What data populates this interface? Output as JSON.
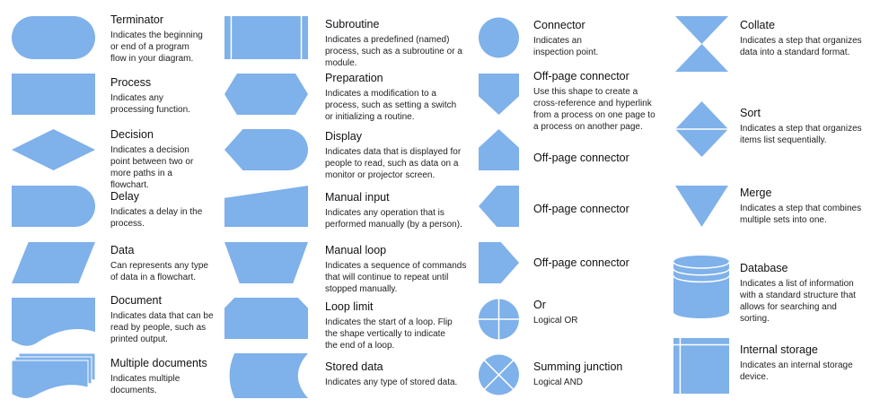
{
  "colors": {
    "fill": "#7fb1ea",
    "divider": "#ffffff"
  },
  "symbols": [
    {
      "name": "terminator",
      "title": "Terminator",
      "desc": "Indicates the beginning or end of a program flow in your diagram."
    },
    {
      "name": "process",
      "title": "Process",
      "desc": "Indicates any processing function."
    },
    {
      "name": "decision",
      "title": "Decision",
      "desc": "Indicates a decision point between two or more paths in a flowchart."
    },
    {
      "name": "delay",
      "title": "Delay",
      "desc": "Indicates a delay in the process."
    },
    {
      "name": "data",
      "title": "Data",
      "desc": "Can represents any type of data in a flowchart."
    },
    {
      "name": "document",
      "title": "Document",
      "desc": "Indicates data that can be read by people, such as printed output."
    },
    {
      "name": "multiple-documents",
      "title": "Multiple documents",
      "desc": "Indicates multiple documents."
    },
    {
      "name": "subroutine",
      "title": "Subroutine",
      "desc": "Indicates a predefined (named) process, such as a subroutine or a module."
    },
    {
      "name": "preparation",
      "title": "Preparation",
      "desc": "Indicates a modification to a process, such as setting a switch or initializing a routine."
    },
    {
      "name": "display",
      "title": "Display",
      "desc": "Indicates data that is displayed for people to read, such as data on a monitor or projector screen."
    },
    {
      "name": "manual-input",
      "title": "Manual input",
      "desc": "Indicates any operation that is performed manually (by a person)."
    },
    {
      "name": "manual-loop",
      "title": "Manual loop",
      "desc": "Indicates a sequence of commands that will continue to repeat until stopped manually."
    },
    {
      "name": "loop-limit",
      "title": "Loop limit",
      "desc": "Indicates the start of a loop. Flip the shape vertically to indicate the end of a loop."
    },
    {
      "name": "stored-data",
      "title": "Stored data",
      "desc": "Indicates any type of stored data."
    },
    {
      "name": "connector",
      "title": "Connector",
      "desc": "Indicates an inspection point."
    },
    {
      "name": "off-page-connector-down",
      "title": "Off-page connector",
      "desc": "Use this shape to create a cross-reference and hyperlink from a process on one page to a process on another page."
    },
    {
      "name": "off-page-connector-up",
      "title": "Off-page connector",
      "desc": ""
    },
    {
      "name": "off-page-connector-left",
      "title": "Off-page connector",
      "desc": ""
    },
    {
      "name": "off-page-connector-right",
      "title": "Off-page connector",
      "desc": ""
    },
    {
      "name": "or",
      "title": "Or",
      "desc": "Logical OR"
    },
    {
      "name": "summing-junction",
      "title": "Summing junction",
      "desc": "Logical AND"
    },
    {
      "name": "collate",
      "title": "Collate",
      "desc": "Indicates a step that organizes data into a standard format."
    },
    {
      "name": "sort",
      "title": "Sort",
      "desc": "Indicates a step that organizes items list sequentially."
    },
    {
      "name": "merge",
      "title": "Merge",
      "desc": "Indicates a step that combines multiple sets into one."
    },
    {
      "name": "database",
      "title": "Database",
      "desc": "Indicates a list of information with a standard structure that allows for searching and sorting."
    },
    {
      "name": "internal-storage",
      "title": "Internal storage",
      "desc": "Indicates an internal storage device."
    }
  ]
}
